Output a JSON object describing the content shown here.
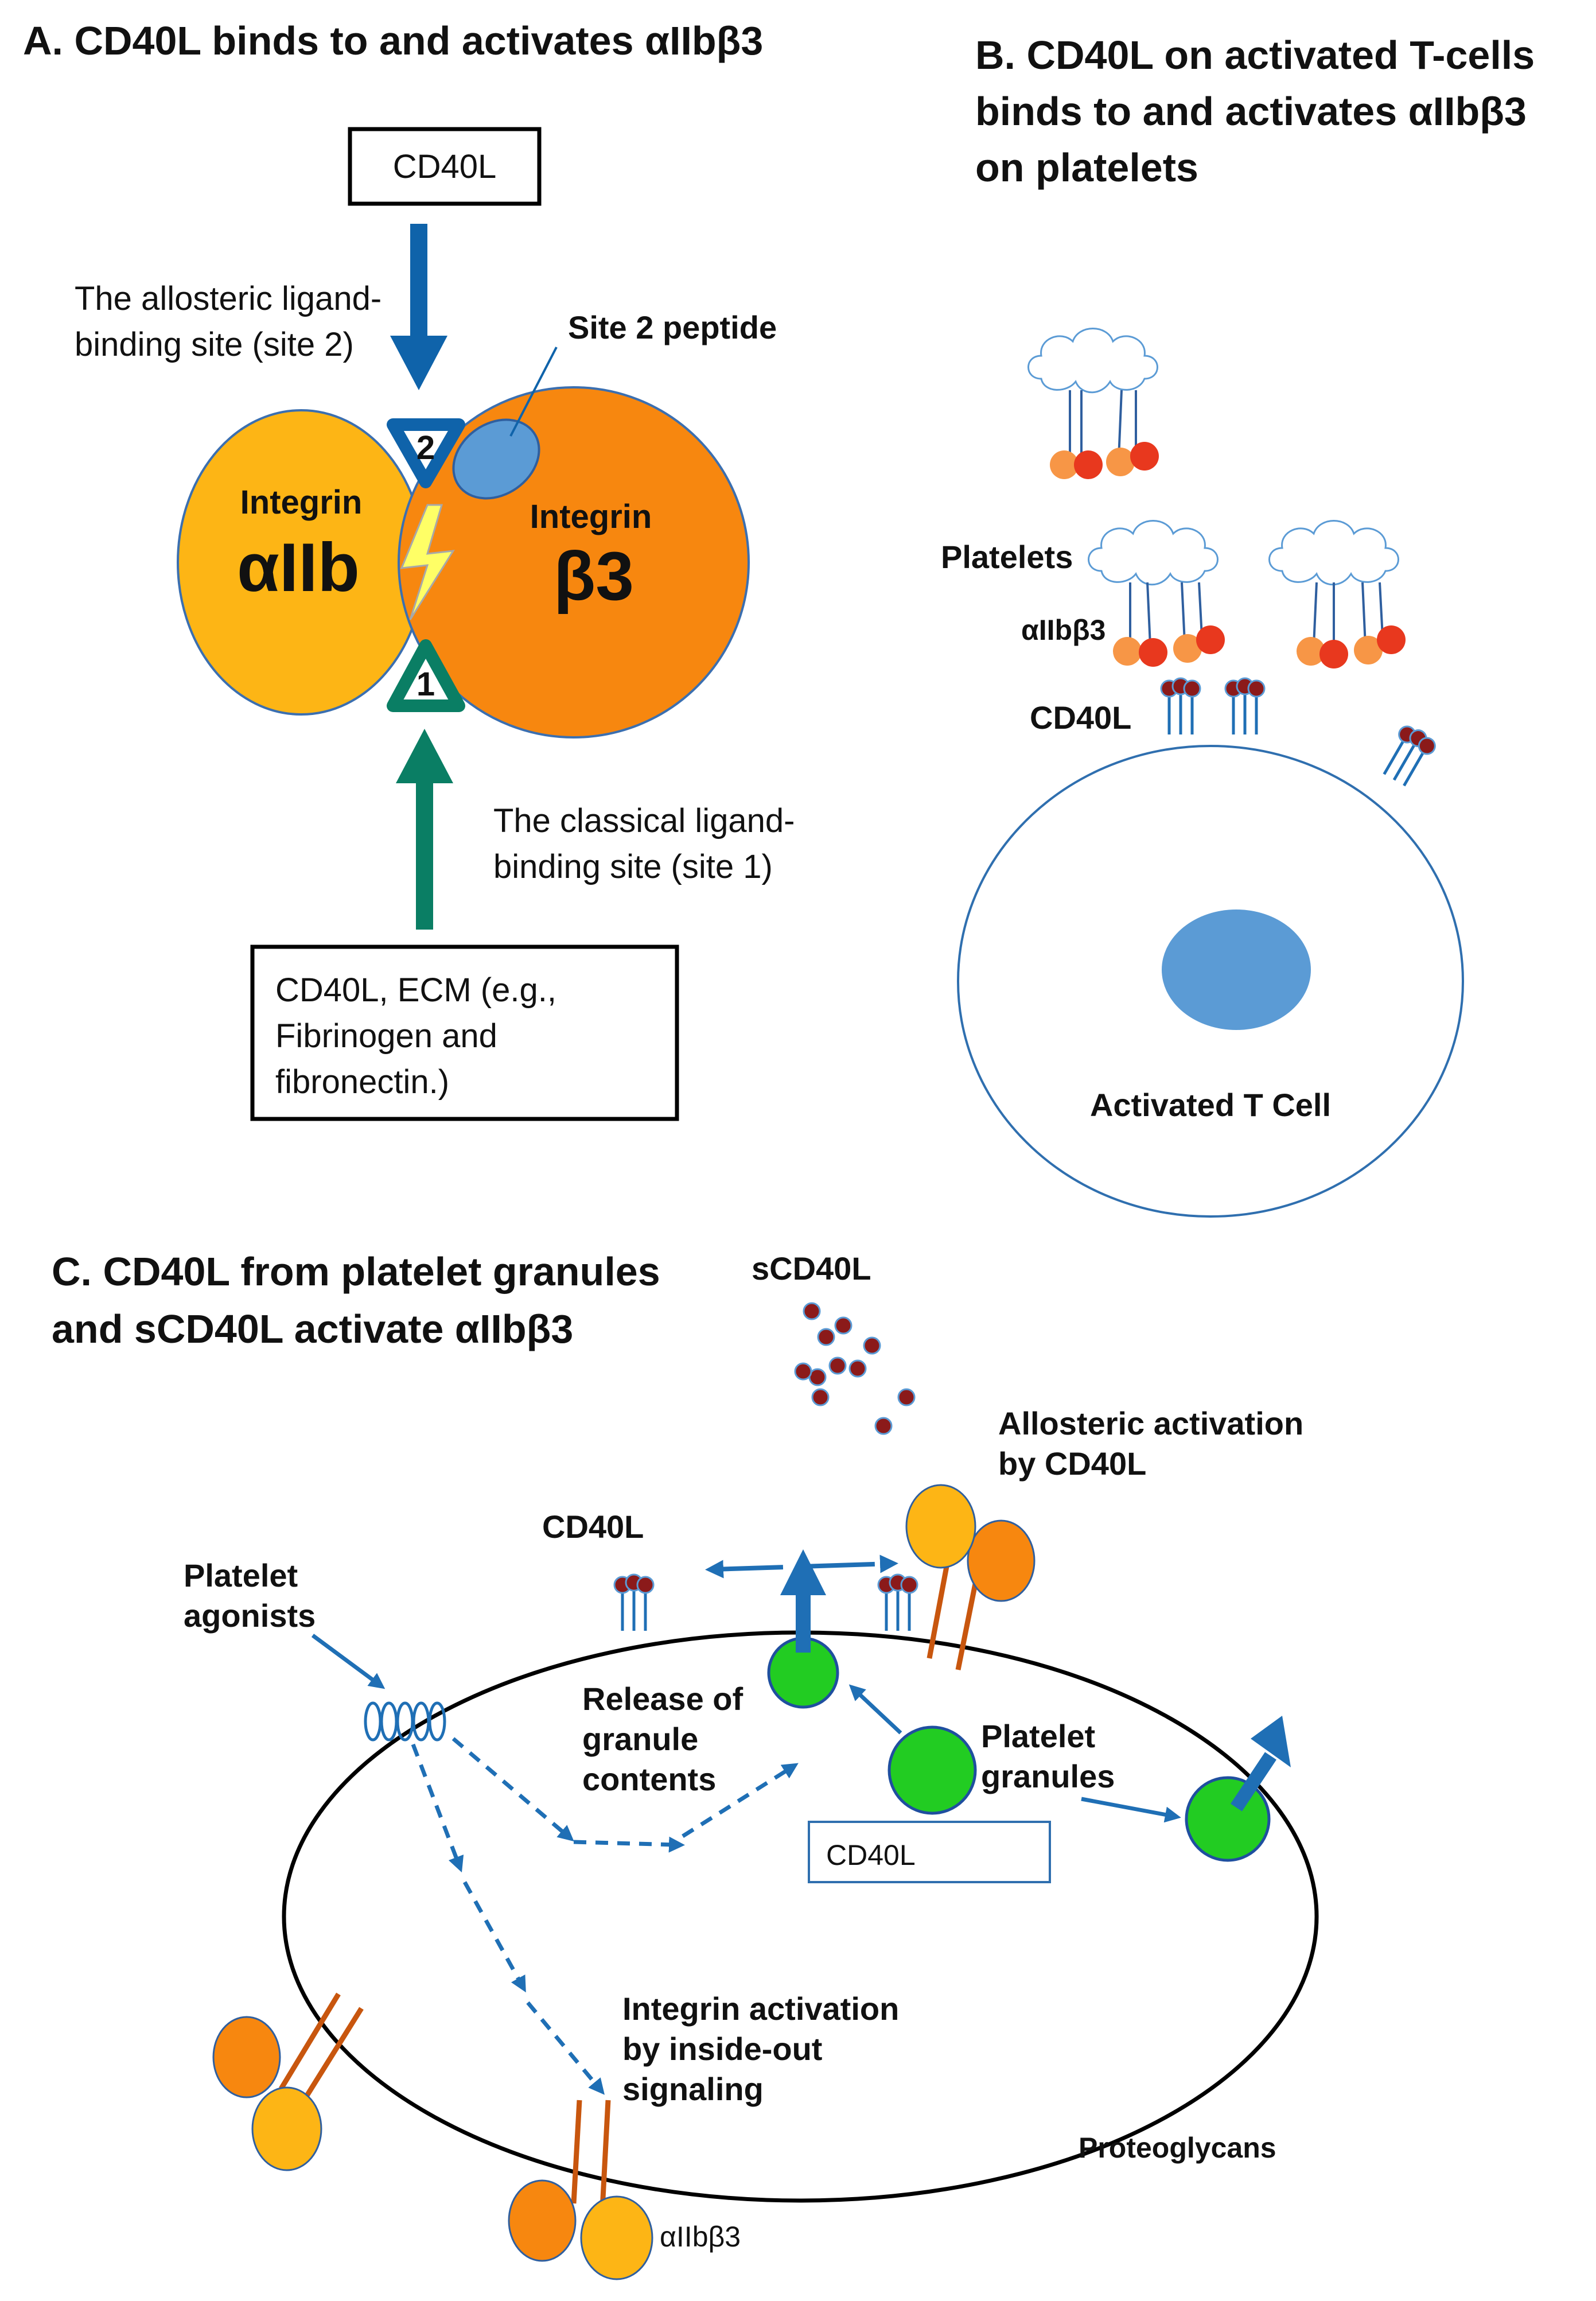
{
  "panel_a": {
    "title": "A. CD40L binds to and activates αIIbβ3",
    "top_box": "CD40L",
    "allosteric_site_label": [
      "The allosteric ligand-",
      "binding site (site 2)"
    ],
    "site2_peptide": "Site 2 peptide",
    "integrin_aiib_word": "Integrin",
    "integrin_aiib_symbol": "αIIb",
    "integrin_b3_word": "Integrin",
    "integrin_b3_symbol": "β3",
    "site2_number": "2",
    "site1_number": "1",
    "classical_site_label": [
      "The classical ligand-",
      "binding site (site 1)"
    ],
    "bottom_box": [
      "CD40L, ECM (e.g.,",
      "Fibrinogen and",
      "fibronectin.)"
    ]
  },
  "panel_b": {
    "title": [
      "B. CD40L on activated T-cells",
      "binds to and activates αIIbβ3",
      "on platelets"
    ],
    "platelets_label": "Platelets",
    "aiib_b3_label": "αIIbβ3",
    "cd40l_label": "CD40L",
    "cell_label": "Activated T Cell"
  },
  "panel_c": {
    "title": [
      "C. CD40L from platelet granules",
      "and sCD40L activate αIIbβ3"
    ],
    "scd40l_label": "sCD40L",
    "allosteric_label": [
      "Allosteric activation",
      "by CD40L"
    ],
    "cd40l_label": "CD40L",
    "agonists_label": [
      "Platelet",
      "agonists"
    ],
    "release_label": [
      "Release of",
      "granule",
      "contents"
    ],
    "granules_label": [
      "Platelet",
      "granules"
    ],
    "cd40l_box": "CD40L",
    "inside_out_label": [
      "Integrin activation",
      "by inside-out",
      "signaling"
    ],
    "proteoglycans_label": "Proteoglycans",
    "aiib_b3_label": "αIIbβ3"
  },
  "colors": {
    "integrin_aiib": "#FDB515",
    "integrin_b3": "#F7870F",
    "site2_blue": "#0F63AA",
    "site1_green": "#0A7E64",
    "nucleus_blue": "#5B9BD5",
    "granule_green": "#22CC22",
    "cd40l_dot": "#8B1A1A",
    "platelet_orange": "#F79646",
    "platelet_red": "#E8381E",
    "stalk_orange": "#C8560E",
    "arrow_blue": "#1F6FB5"
  }
}
